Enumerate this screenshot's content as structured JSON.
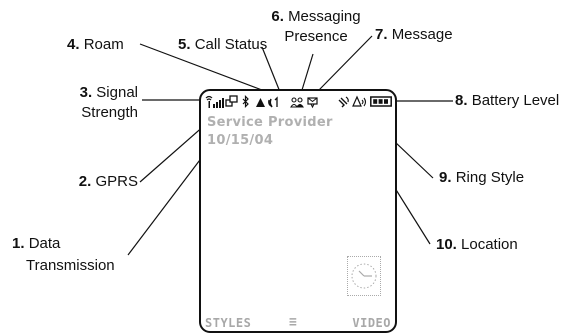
{
  "callouts": {
    "signal_strength": {
      "num": "3.",
      "text1": "Signal",
      "text2": "Strength"
    },
    "roam": {
      "num": "4.",
      "text": "Roam"
    },
    "call_status": {
      "num": "5.",
      "text": "Call Status"
    },
    "messaging_presence": {
      "num": "6.",
      "text1": "Messaging",
      "text2": "Presence"
    },
    "message": {
      "num": "7.",
      "text": "Message"
    },
    "battery_level": {
      "num": "8.",
      "text": "Battery Level"
    },
    "gprs": {
      "num": "2.",
      "text": "GPRS"
    },
    "ring_style": {
      "num": "9.",
      "text": "Ring Style"
    },
    "data_transmission": {
      "num": "1.",
      "text1": "Data",
      "text2": "Transmission"
    },
    "location": {
      "num": "10.",
      "text": "Location"
    }
  },
  "screen": {
    "provider": "Service Provider",
    "date": "10/15/04",
    "soft_left": "STYLES",
    "menu_glyph": "≡",
    "soft_right": "VIDEO"
  },
  "icons": {
    "signal": "signal-strength-icon",
    "gprs": "gprs-icon",
    "data": "data-transmission-icon",
    "roam": "roam-icon",
    "call": "call-status-icon",
    "presence": "messaging-presence-icon",
    "message": "message-icon",
    "location": "location-icon",
    "ring": "ring-style-icon",
    "battery": "battery-level-icon",
    "clock": "analog-clock-icon"
  }
}
